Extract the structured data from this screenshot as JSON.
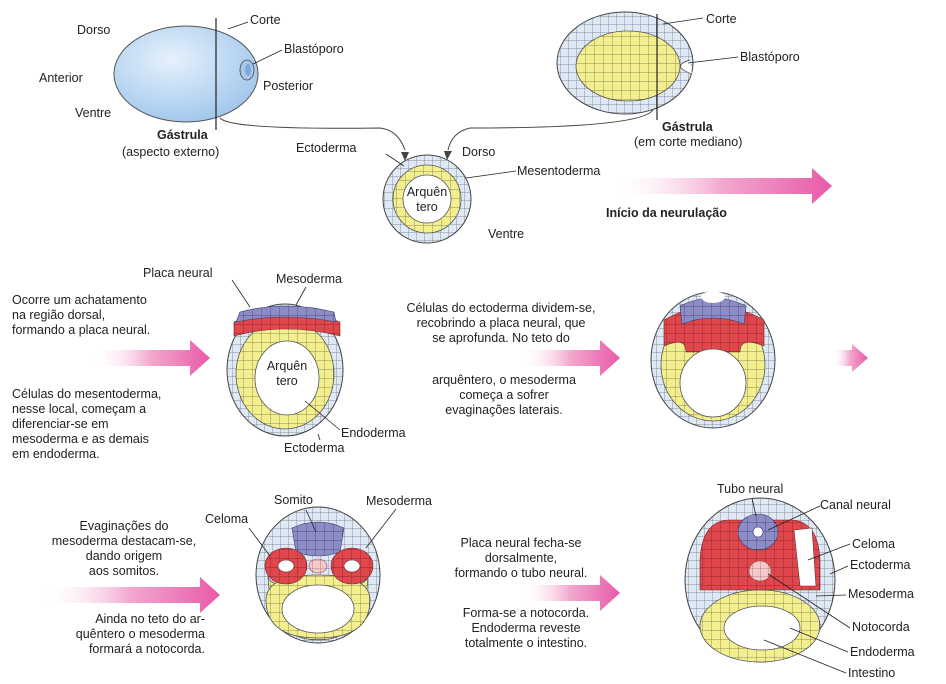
{
  "colors": {
    "yellow": "#f4ef8e",
    "red": "#e0474c",
    "purple": "#8c8cc7",
    "blue": "#bcd9f4",
    "arrow": "#e85aa8",
    "line": "#333333"
  },
  "panel1": {
    "ext": {
      "dorso": "Dorso",
      "corte": "Corte",
      "blastoporo": "Blastóporo",
      "anterior": "Anterior",
      "posterior": "Posterior",
      "ventre": "Ventre",
      "title": "Gástrula",
      "subtitle": "(aspecto externo)"
    },
    "sec": {
      "corte": "Corte",
      "blastoporo": "Blastóporo",
      "title": "Gástrula",
      "subtitle": "(em corte mediano)"
    },
    "center": {
      "ectoderma": "Ectoderma",
      "dorso": "Dorso",
      "mesentoderma": "Mesentoderma",
      "cavity1": "Arquên",
      "cavity2": "tero",
      "ventre": "Ventre"
    },
    "arrow_label": "Início da neurulação"
  },
  "panel2": {
    "text_a": "Ocorre um achatamento\nna região dorsal,\nformando a placa neural.",
    "text_b": "Células do mesentoderma,\nnesse local, começam a\ndiferenciar-se em\nmesoderma e as demais\nem endoderma.",
    "placa_neural": "Placa neural",
    "mesoderma": "Mesoderma",
    "cavity1": "Arquên",
    "cavity2": "tero",
    "endoderma": "Endoderma",
    "ectoderma": "Ectoderma",
    "text_c": "Células do ectoderma dividem-se,\nrecobrindo a placa neural, que\nse aprofunda. No teto do",
    "text_d": "arquêntero, o mesoderma\ncomeça a sofrer\nevaginações laterais."
  },
  "panel3": {
    "text_a": "Evaginações do\nmesoderma destacam-se,\ndando origem\naos somitos.",
    "text_b": "Ainda no teto do ar-\nquêntero o mesoderma\nformará a notocorda.",
    "celoma": "Celoma",
    "somito": "Somito",
    "mesoderma": "Mesoderma",
    "text_c": "Placa neural fecha-se\ndorsalmente,\nformando o tubo neural.",
    "text_d": "Forma-se a notocorda.\nEndoderma reveste\ntotalmente o intestino.",
    "labels": {
      "tubo_neural": "Tubo neural",
      "canal_neural": "Canal neural",
      "celoma": "Celoma",
      "ectoderma": "Ectoderma",
      "mesoderma": "Mesoderma",
      "notocorda": "Notocorda",
      "endoderma": "Endoderma",
      "intestino": "Intestino"
    }
  }
}
